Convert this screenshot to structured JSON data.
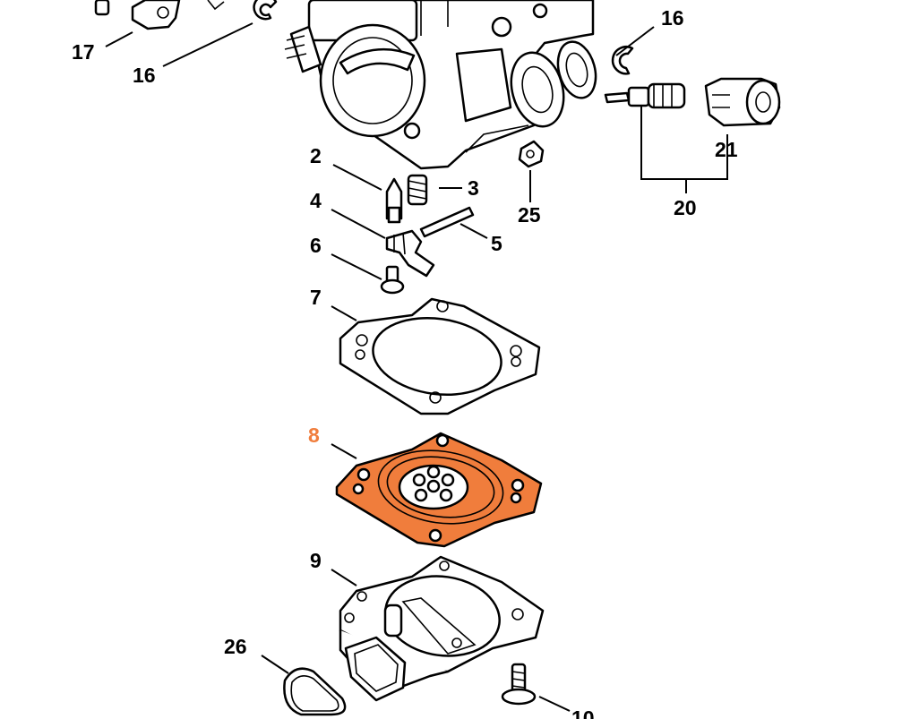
{
  "diagram": {
    "highlight_color": "#f07d3c",
    "callouts": [
      {
        "id": "c17",
        "text": "17",
        "highlight": false
      },
      {
        "id": "c16a",
        "text": "16",
        "highlight": false
      },
      {
        "id": "c16b",
        "text": "16",
        "highlight": false
      },
      {
        "id": "c2",
        "text": "2",
        "highlight": false
      },
      {
        "id": "c3",
        "text": "3",
        "highlight": false
      },
      {
        "id": "c4",
        "text": "4",
        "highlight": false
      },
      {
        "id": "c5",
        "text": "5",
        "highlight": false
      },
      {
        "id": "c6",
        "text": "6",
        "highlight": false
      },
      {
        "id": "c7",
        "text": "7",
        "highlight": false
      },
      {
        "id": "c8",
        "text": "8",
        "highlight": true
      },
      {
        "id": "c9",
        "text": "9",
        "highlight": false
      },
      {
        "id": "c21",
        "text": "21",
        "highlight": false
      },
      {
        "id": "c20",
        "text": "20",
        "highlight": false
      },
      {
        "id": "c25",
        "text": "25",
        "highlight": false
      },
      {
        "id": "c26",
        "text": "26",
        "highlight": false
      },
      {
        "id": "c10",
        "text": "10",
        "highlight": false
      }
    ]
  }
}
